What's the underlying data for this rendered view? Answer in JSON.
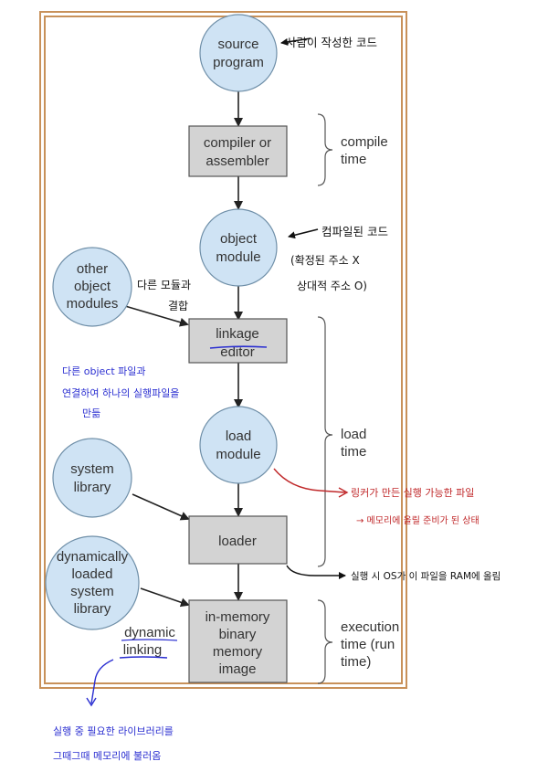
{
  "colors": {
    "frame": "#c8915a",
    "circle_fill": "#cfe3f4",
    "circle_stroke": "#6f8fa8",
    "box_fill": "#d3d3d3",
    "box_stroke": "#555555",
    "arrow": "#222222",
    "ink_black": "#111111",
    "ink_blue": "#2b2fd1",
    "ink_red": "#c0282a"
  },
  "nodes": {
    "source_program": [
      "source",
      "program"
    ],
    "compiler": [
      "compiler or",
      "assembler"
    ],
    "object_module": [
      "object",
      "module"
    ],
    "other_modules": [
      "other",
      "object",
      "modules"
    ],
    "linkage_editor": [
      "linkage",
      "editor"
    ],
    "load_module": [
      "load",
      "module"
    ],
    "system_library": [
      "system",
      "library"
    ],
    "loader": [
      "loader"
    ],
    "dynamic_library": [
      "dynamically",
      "loaded",
      "system",
      "library"
    ],
    "in_memory_image": [
      "in-memory",
      "binary",
      "memory",
      "image"
    ]
  },
  "phases": {
    "compile_time": [
      "compile",
      "time"
    ],
    "load_time": [
      "load",
      "time"
    ],
    "execution_time": [
      "execution",
      "time (run",
      "time)"
    ]
  },
  "dynamic_linking": [
    "dynamic",
    "linking"
  ],
  "notes": {
    "source": "사람이 작성한 코드",
    "object": [
      "컴파일된 코드",
      "(확정된 주소 X",
      "상대적 주소 O)"
    ],
    "other_modules": [
      "다른 모듈과",
      "결합"
    ],
    "linkage": [
      "다른 object 파일과",
      "연결하여 하나의 실행파일을",
      "만듦"
    ],
    "load_module": [
      "링커가 만든 실행 가능한 파일",
      "→ 메모리에 올릴 준비가 된 상태"
    ],
    "loader": "실행 시 OS가 이 파일을 RAM에 올림",
    "dynamic": [
      "실행 중 필요한 라이브러리를",
      "그때그때 메모리에 불러옴"
    ]
  }
}
